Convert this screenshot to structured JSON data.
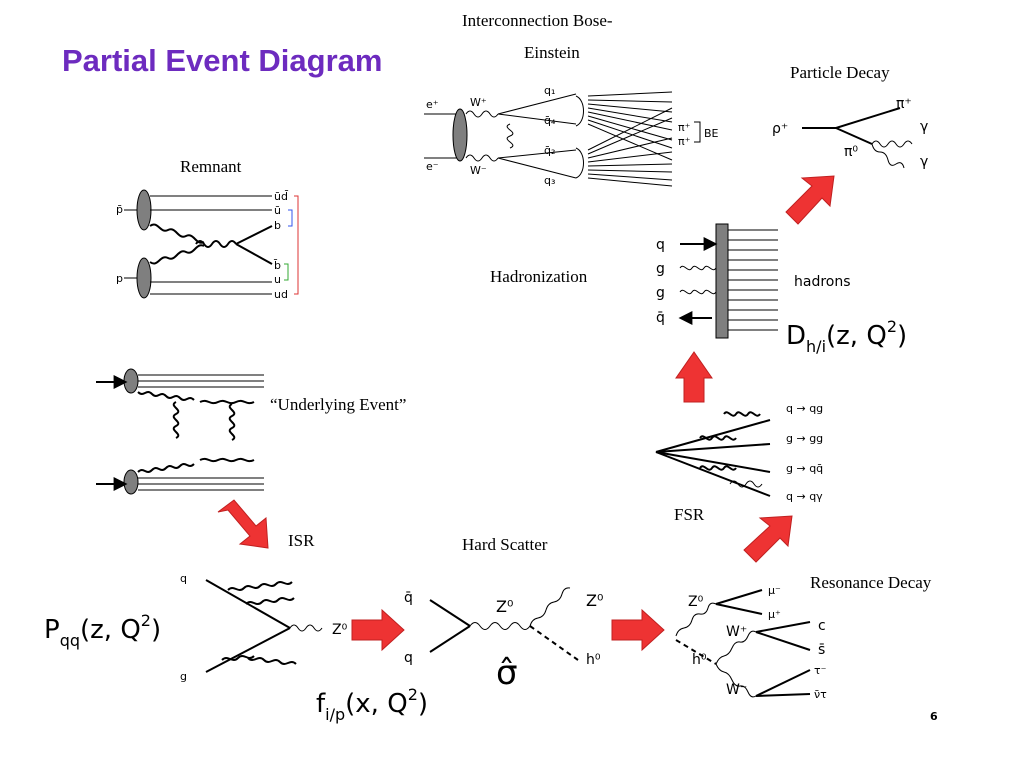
{
  "title": "Partial Event Diagram",
  "page_number": "6",
  "colors": {
    "title": "#6d2bbf",
    "arrow": "#ee3333"
  },
  "captions": {
    "bose_einstein_line1": "Interconnection Bose-",
    "bose_einstein_line2": "Einstein",
    "particle_decay": "Particle Decay",
    "remnant": "Remnant",
    "hadronization": "Hadronization",
    "underlying_event": "“Underlying Event”",
    "isr": "ISR",
    "hard_scatter": "Hard Scatter",
    "fsr": "FSR",
    "resonance_decay": "Resonance Decay"
  },
  "bose_einstein": {
    "e_plus": "e⁺",
    "e_minus": "e⁻",
    "w_plus": "W⁺",
    "w_minus": "W⁻",
    "q1": "q₁",
    "q4": "q̄₄",
    "q2": "q̄₂",
    "q3": "q₃",
    "pi_top": "π⁺",
    "pi_bottom": "π⁺",
    "be": "BE"
  },
  "particle_decay": {
    "rho": "ρ⁺",
    "pi_plus": "π⁺",
    "pi0": "π⁰",
    "gamma1": "γ",
    "gamma2": "γ"
  },
  "remnant": {
    "pbar": "p̄",
    "p": "p",
    "out_labels": [
      "ūd̄",
      "ū",
      "b",
      "b̄",
      "u",
      "ud"
    ]
  },
  "hadronization": {
    "in_labels": [
      "q",
      "g",
      "g",
      "q̄"
    ],
    "hadrons": "hadrons",
    "frag_func": "D",
    "frag_sub": "h/i",
    "frag_args": "(z, Q",
    "frag_sup": "2",
    "frag_close": ")"
  },
  "fsr": {
    "processes": [
      "q → qg",
      "g → gg",
      "g → qq̄",
      "q → qγ"
    ]
  },
  "isr": {
    "q": "q",
    "g": "g",
    "z0": "Z⁰",
    "split_func": "P",
    "split_sub": "qq",
    "split_args": "(z, Q",
    "split_sup": "2",
    "split_close": ")"
  },
  "hard_scatter": {
    "qbar": "q̄",
    "q": "q",
    "z0_mid": "Z⁰",
    "z0_out": "Z⁰",
    "h0": "h⁰",
    "sigma": "σ̂",
    "pdf_func": "f",
    "pdf_sub": "i/p",
    "pdf_args": "(x, Q",
    "pdf_sup": "2",
    "pdf_close": ")"
  },
  "resonance_decay": {
    "z0": "Z⁰",
    "h0": "h⁰",
    "mu_minus": "μ⁻",
    "mu_plus": "μ⁺",
    "w_plus": "W⁺",
    "w_minus": "W⁻",
    "c": "c",
    "sbar": "s̄",
    "tau": "τ⁻",
    "nu": "ν̄τ"
  }
}
